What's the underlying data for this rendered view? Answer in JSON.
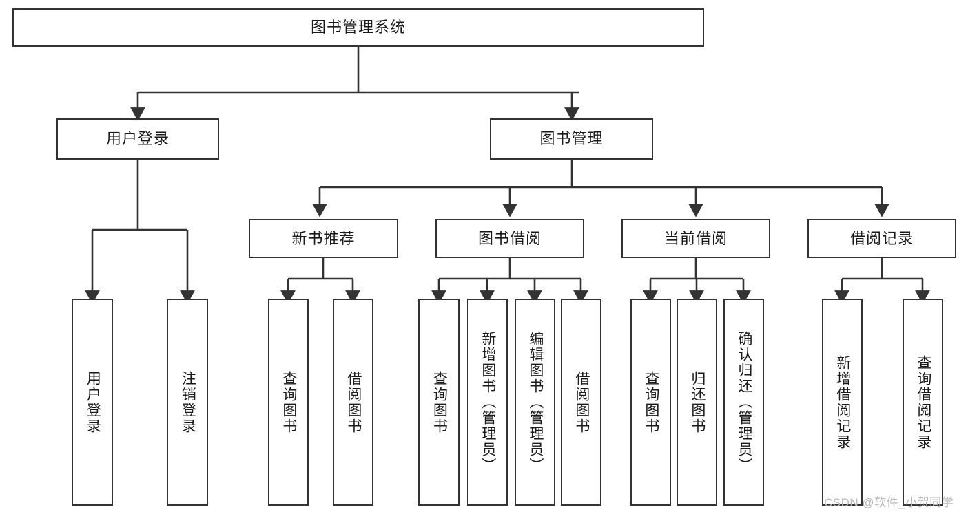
{
  "diagram": {
    "title": "图书管理系统",
    "root": {
      "label": "图书管理系统"
    },
    "level1": [
      {
        "label": "用户登录"
      },
      {
        "label": "图书管理"
      }
    ],
    "level2": [
      {
        "label": "新书推荐"
      },
      {
        "label": "图书借阅"
      },
      {
        "label": "当前借阅"
      },
      {
        "label": "借阅记录"
      }
    ],
    "leaves": {
      "user_login": [
        {
          "label": "用户登录"
        },
        {
          "label": "注销登录"
        }
      ],
      "new_book": [
        {
          "label": "查询图书"
        },
        {
          "label": "借阅图书"
        }
      ],
      "book_borrow": [
        {
          "label": "查询图书"
        },
        {
          "label": "新增图书（管理员）"
        },
        {
          "label": "编辑图书（管理员）"
        },
        {
          "label": "借阅图书"
        }
      ],
      "current_borrow": [
        {
          "label": "查询图书"
        },
        {
          "label": "归还图书"
        },
        {
          "label": "确认归还（管理员）"
        }
      ],
      "borrow_record": [
        {
          "label": "新增借阅记录"
        },
        {
          "label": "查询借阅记录"
        }
      ]
    }
  },
  "watermark": {
    "text": "CSDN @软件_小贺同学"
  },
  "colors": {
    "stroke": "#333333",
    "background": "#ffffff",
    "text": "#1a1a1a",
    "watermark": "#b9b9b9"
  }
}
